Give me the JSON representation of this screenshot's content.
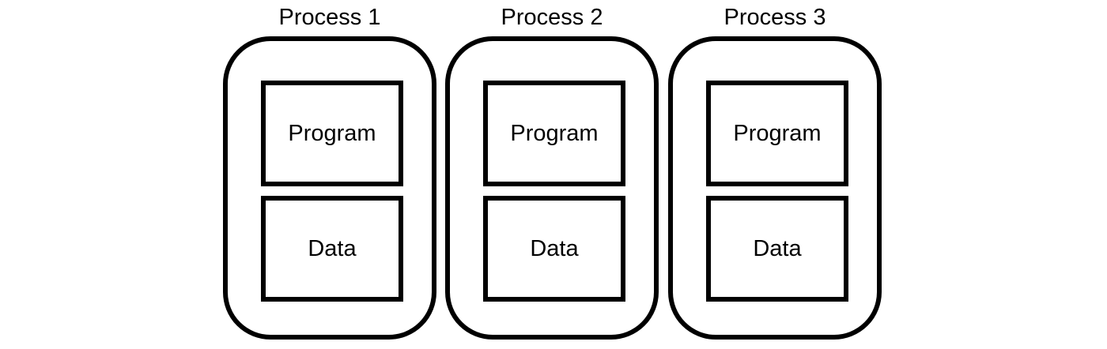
{
  "processes": [
    {
      "title": "Process 1",
      "program_label": "Program",
      "data_label": "Data"
    },
    {
      "title": "Process 2",
      "program_label": "Program",
      "data_label": "Data"
    },
    {
      "title": "Process 3",
      "program_label": "Program",
      "data_label": "Data"
    }
  ],
  "colors": {
    "stroke": "#000000",
    "background": "#ffffff"
  }
}
